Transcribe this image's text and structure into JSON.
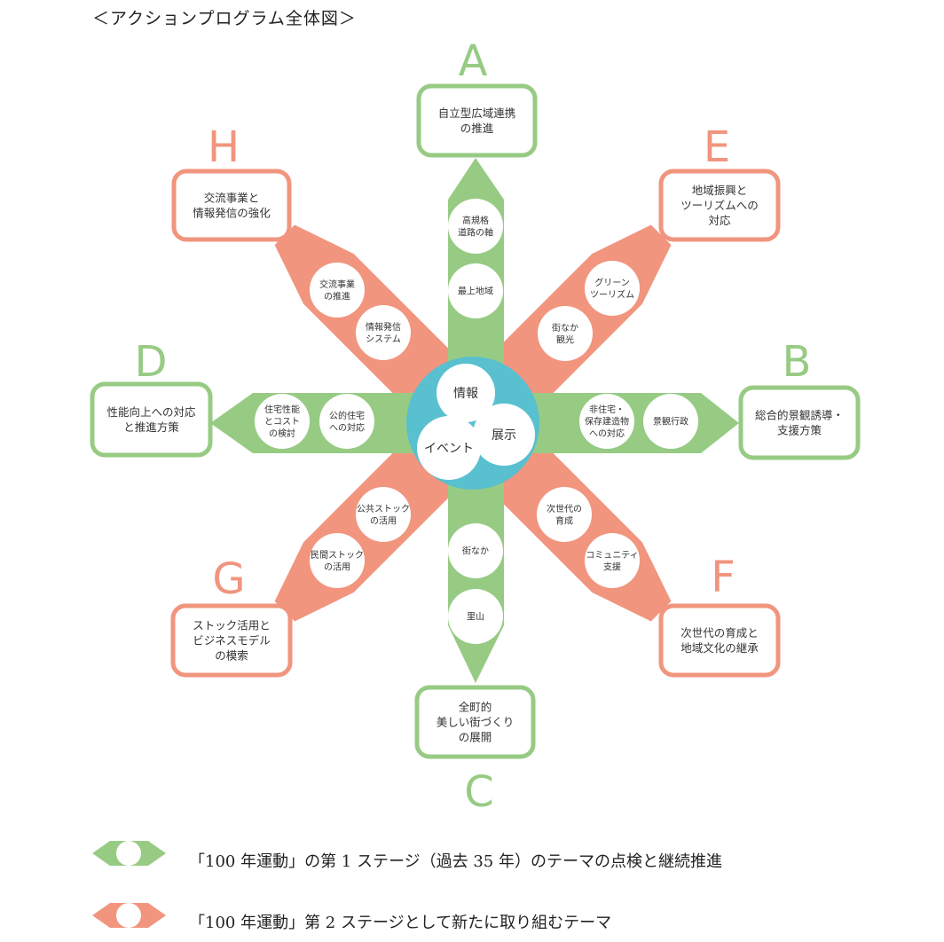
{
  "title": "＜アクションプログラム全体図＞",
  "colors": {
    "green": "#97cb84",
    "salmon": "#f1957e",
    "teal": "#58c0cf"
  },
  "center": {
    "items": [
      "情報",
      "イベント",
      "展示"
    ]
  },
  "branches": {
    "A": {
      "letter": "A",
      "kind": "green",
      "box": [
        "自立型広域連携",
        "の推進"
      ],
      "circles": [
        [
          "高規格",
          "道路の軸"
        ],
        [
          "最上地域"
        ]
      ]
    },
    "B": {
      "letter": "B",
      "kind": "green",
      "box": [
        "総合的景観誘導・",
        "支援方策"
      ],
      "circles": [
        [
          "非住宅・",
          "保存建造物",
          "への対応"
        ],
        [
          "景観行政"
        ]
      ]
    },
    "C": {
      "letter": "C",
      "kind": "green",
      "box": [
        "全町的",
        "美しい街づくり",
        "の展開"
      ],
      "circles": [
        [
          "街なか"
        ],
        [
          "里山"
        ]
      ]
    },
    "D": {
      "letter": "D",
      "kind": "green",
      "box": [
        "性能向上への対応",
        "と推進方策"
      ],
      "circles": [
        [
          "公的住宅",
          "への対応"
        ],
        [
          "住宅性能",
          "とコスト",
          "の検討"
        ]
      ]
    },
    "E": {
      "letter": "E",
      "kind": "salmon",
      "box": [
        "地域振興と",
        "ツーリズムへの",
        "対応"
      ],
      "circles": [
        [
          "街なか",
          "観光"
        ],
        [
          "グリーン",
          "ツーリズム"
        ]
      ]
    },
    "F": {
      "letter": "F",
      "kind": "salmon",
      "box": [
        "次世代の育成と",
        "地域文化の継承"
      ],
      "circles": [
        [
          "次世代の",
          "育成"
        ],
        [
          "コミュニティ",
          "支援"
        ]
      ]
    },
    "G": {
      "letter": "G",
      "kind": "salmon",
      "box": [
        "ストック活用と",
        "ビジネスモデル",
        "の模索"
      ],
      "circles": [
        [
          "公共ストック",
          "の活用"
        ],
        [
          "民間ストック",
          "の活用"
        ]
      ]
    },
    "H": {
      "letter": "H",
      "kind": "salmon",
      "box": [
        "交流事業と",
        "情報発信の強化"
      ],
      "circles": [
        [
          "情報発信",
          "システム"
        ],
        [
          "交流事業",
          "の推進"
        ]
      ]
    }
  },
  "legend": [
    {
      "kind": "green",
      "text": "「100 年運動」の第 1 ステージ（過去 35 年）のテーマの点検と継続推進"
    },
    {
      "kind": "salmon",
      "text": "「100 年運動」第 2 ステージとして新たに取り組むテーマ"
    }
  ]
}
